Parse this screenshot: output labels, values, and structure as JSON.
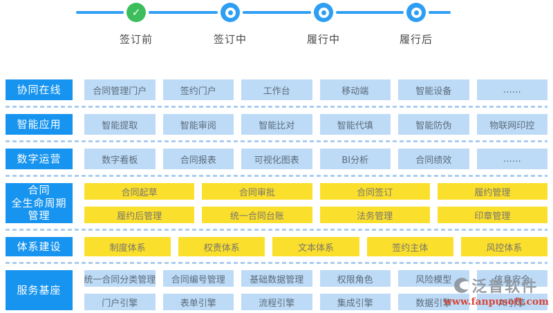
{
  "colors": {
    "accent_blue": "#1794EF",
    "timeline_blue": "#2E9EF3",
    "light_blue_box": "#BDDBF6",
    "yellow_box": "#FBDF2D",
    "completed_green": "#3DBE5C",
    "dashed_line": "#A9CDF1",
    "watermark_gray": "#8F969F",
    "watermark_red": "#D93A2B"
  },
  "timeline": {
    "stages": [
      {
        "label": "签订前",
        "status": "completed"
      },
      {
        "label": "签订中",
        "status": "pending"
      },
      {
        "label": "履行中",
        "status": "pending"
      },
      {
        "label": "履行后",
        "status": "pending"
      }
    ]
  },
  "rows": [
    {
      "id": "collaboration-online",
      "label_lines": [
        "协同在线"
      ],
      "box_style": "light-blue",
      "sub_rows": [
        [
          "合同管理门户",
          "签约门户",
          "工作台",
          "移动端",
          "智能设备",
          "……"
        ]
      ]
    },
    {
      "id": "intelligent-apps",
      "label_lines": [
        "智能应用"
      ],
      "box_style": "light-blue",
      "sub_rows": [
        [
          "智能提取",
          "智能审阅",
          "智能比对",
          "智能代填",
          "智能防伪",
          "物联网印控"
        ]
      ]
    },
    {
      "id": "digital-operations",
      "label_lines": [
        "数字运营"
      ],
      "box_style": "light-blue",
      "sub_rows": [
        [
          "数字看板",
          "合同报表",
          "可视化图表",
          "BI分析",
          "合同绩效",
          "……"
        ]
      ]
    },
    {
      "id": "contract-lifecycle",
      "label_lines": [
        "合同",
        "全生命周期",
        "管理"
      ],
      "box_style": "yellow",
      "sub_rows": [
        [
          "合同起草",
          "合同审批",
          "合同签订",
          "履约管理"
        ],
        [
          "履约后管理",
          "统一合同台账",
          "法务管理",
          "印章管理"
        ]
      ]
    },
    {
      "id": "system-construction",
      "label_lines": [
        "体系建设"
      ],
      "box_style": "yellow",
      "sub_rows": [
        [
          "制度体系",
          "权责体系",
          "文本体系",
          "签约主体",
          "风控体系"
        ]
      ]
    },
    {
      "id": "service-foundation",
      "label_lines": [
        "服务基座"
      ],
      "box_style": "light-blue",
      "sub_rows": [
        [
          "统一合同分类管理",
          "合同编号管理",
          "基础数据管理",
          "权限角色",
          "风险模型",
          "信息安全"
        ],
        [
          "门户引擎",
          "表单引擎",
          "流程引擎",
          "集成引擎",
          "数据引擎",
          "AI引擎"
        ]
      ]
    }
  ],
  "watermark": {
    "brand": "泛普软件",
    "url": "www.fanpusoft.com"
  }
}
